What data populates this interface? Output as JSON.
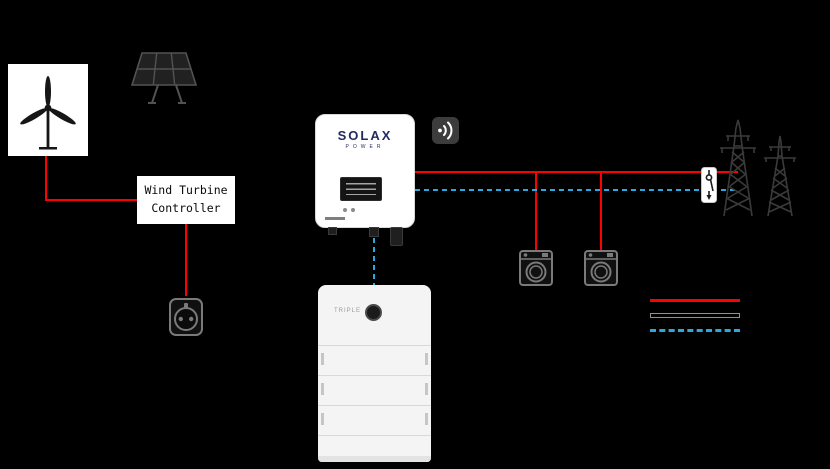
{
  "colors": {
    "canvas_bg": "#000000",
    "power_line": "#ff0000",
    "comm_line": "#2aa9e1",
    "legend_black": "#000000",
    "box_bg": "#ffffff",
    "dark_icon": "#3c3c3c",
    "logo_navy": "#232a60",
    "icon_stroke": "#7a7a7a"
  },
  "controller": {
    "line1": "Wind Turbine",
    "line2": "Controller"
  },
  "inverter": {
    "brand": "SOLAX",
    "brand_sub": "POWER"
  },
  "battery": {
    "logo": "TRIPLE"
  },
  "icons": {
    "wind-turbine-icon": "wind turbine in white panel",
    "pv-array-icon": "solar PV panel",
    "wifi-icon": "wifi signal",
    "socket-icon": "power socket outlet",
    "washer-icon": "washing machine load",
    "grid-towers-icon": "transmission towers (utility grid)",
    "breaker-icon": "grid disconnect switch"
  },
  "legend": {
    "items": [
      {
        "name": "power-line-red",
        "style": "solid",
        "color": "#ff0000"
      },
      {
        "name": "power-line-black",
        "style": "solid",
        "color": "#000000"
      },
      {
        "name": "communication-line",
        "style": "dashed",
        "color": "#2aa9e1"
      }
    ]
  }
}
